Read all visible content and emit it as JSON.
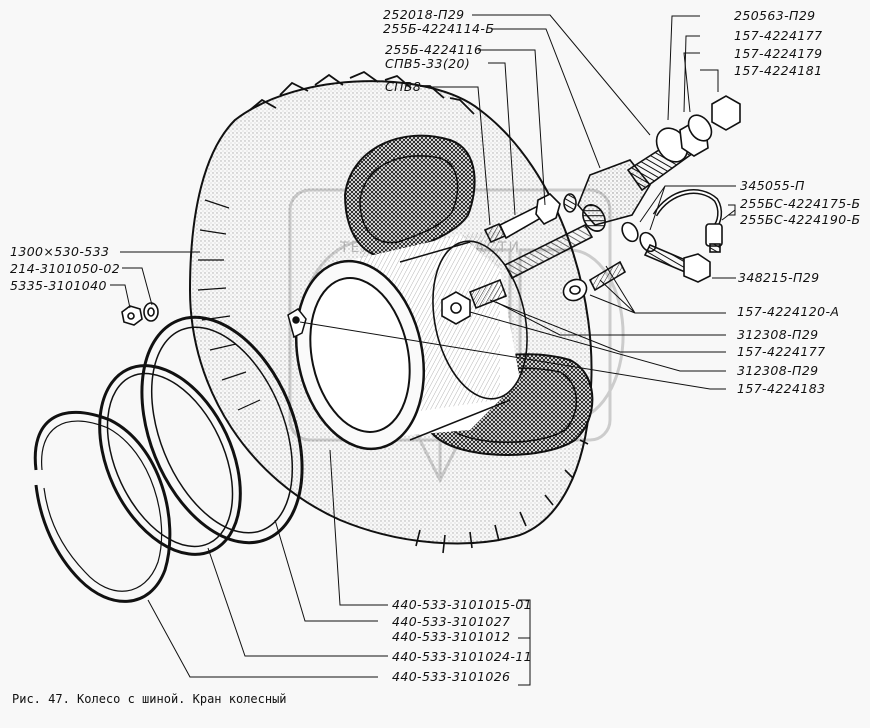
{
  "figure": {
    "caption": "Рис. 47. Колесо с шиной. Кран колесный",
    "watermark": "ТЕХНИКА ЗАПЧАСТИ"
  },
  "labels": {
    "top": [
      "252018-П29",
      "255Б-4224114-Б",
      "255Б-4224116",
      "СПВ5-33(20)",
      "СПВ8"
    ],
    "top_right": [
      "250563-П29",
      "157-4224177",
      "157-4224179",
      "157-4224181"
    ],
    "right_middle": [
      "345055-П",
      "255БС-4224175-Б",
      "255БС-4224190-Б",
      "348215-П29"
    ],
    "right_lower": [
      "157-4224120-А",
      "312308-П29",
      "157-4224177",
      "312308-П29",
      "157-4224183"
    ],
    "left": [
      "1300×530-533",
      "214-3101050-02",
      "5335-3101040"
    ],
    "bottom": [
      "440-533-3101015-01",
      "440-533-3101027",
      "440-533-3101012",
      "440-533-3101024-11",
      "440-533-3101026"
    ]
  },
  "colors": {
    "ink": "#111111",
    "paper": "#f8f8f8",
    "watermark": "#c8c8c8"
  }
}
